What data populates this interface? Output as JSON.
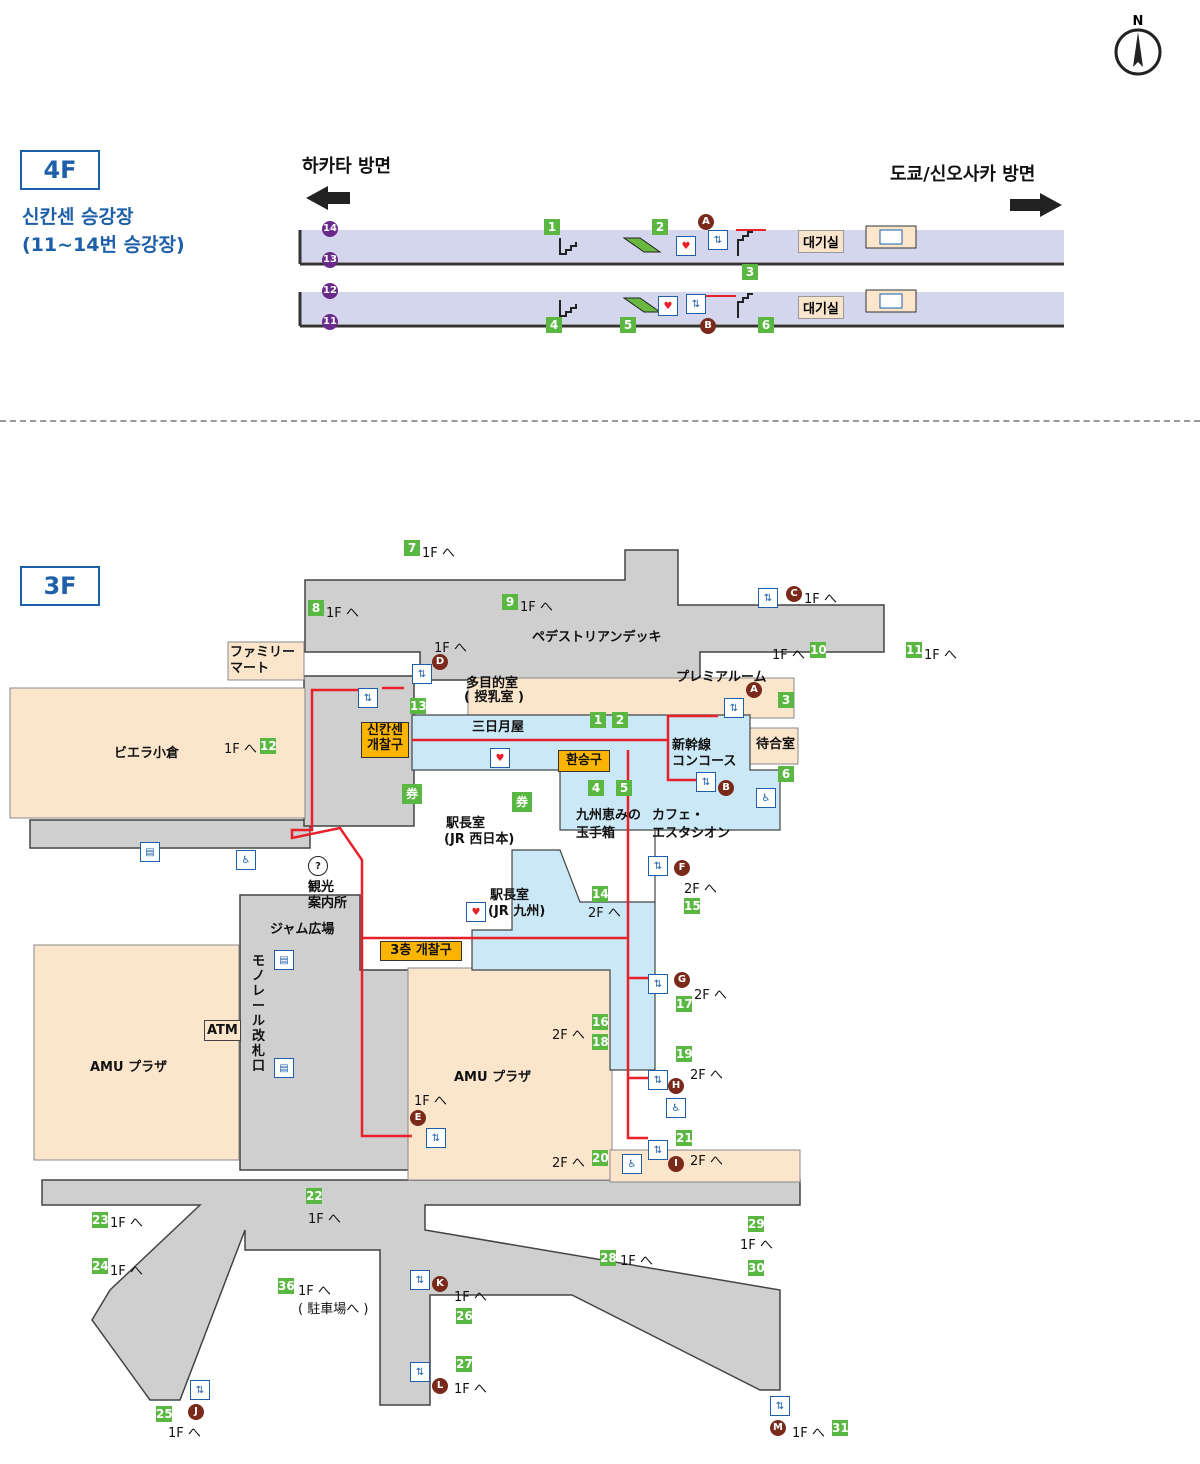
{
  "compass": {
    "label": "N"
  },
  "floor4": {
    "floor_label": "4F",
    "subtitle_line1": "신칸센 승강장",
    "subtitle_line2": "(11~14번 승강장)",
    "dir_left": "하카타 방면",
    "dir_right": "도쿄/신오사카 방면",
    "waiting_room": "대기실",
    "platforms": [
      "14",
      "13",
      "12",
      "11"
    ],
    "numbers": [
      "1",
      "2",
      "3",
      "4",
      "5",
      "6"
    ],
    "letters": [
      "A",
      "B"
    ]
  },
  "floor3": {
    "floor_label": "3F",
    "areas": {
      "pedestrian_deck": "ペデストリアンデッキ",
      "family_mart_1": "ファミリー",
      "family_mart_2": "マート",
      "biera": "ビエラ小倉",
      "amu_west": "AMU プラザ",
      "amu_center": "AMU プラザ",
      "jam_plaza": "ジャム広場",
      "monorail": "モノレール改札口",
      "atm": "ATM",
      "tourist_1": "観光",
      "tourist_2": "案内所",
      "premium_room": "プレミアルーム",
      "waiting_room": "待合室",
      "shinkansen_concourse_1": "新幹線",
      "shinkansen_concourse_2": "コンコース",
      "multipurpose_1": "多目的室",
      "multipurpose_2": "( 授乳室 )",
      "mikazukiya": "三日月屋",
      "station_master_west_1": "駅長室",
      "station_master_west_2": "(JR 西日本)",
      "station_master_kyushu_1": "駅長室",
      "station_master_kyushu_2": "(JR 九州)",
      "kyushu_megumi_1": "九州恵みの",
      "kyushu_megumi_2": "玉手箱",
      "cafe_1": "カフェ・",
      "cafe_2": "エスタシオン",
      "shinkansen_gate_1": "신칸센",
      "shinkansen_gate_2": "개찰구",
      "transfer_gate": "환승구",
      "gate_3f": "3층 개찰구",
      "ticket": "券",
      "parking": "( 駐車場へ )"
    },
    "to_1f": "1F へ",
    "to_2f": "2F へ",
    "numbers": [
      "1",
      "2",
      "3",
      "4",
      "5",
      "6",
      "7",
      "8",
      "9",
      "10",
      "11",
      "12",
      "13",
      "14",
      "15",
      "16",
      "17",
      "18",
      "19",
      "20",
      "21",
      "22",
      "23",
      "24",
      "25",
      "26",
      "27",
      "28",
      "29",
      "30",
      "31",
      "36"
    ],
    "letters": [
      "A",
      "B",
      "C",
      "D",
      "E",
      "F",
      "G",
      "H",
      "I",
      "J",
      "K",
      "L",
      "M"
    ]
  },
  "colors": {
    "platform": "#d4d6ee",
    "concourse_gray": "#cfcfcf",
    "shop_beige": "#fbe6cc",
    "concourse_blue": "#cbe8f7",
    "route_red": "#e8202a",
    "number_green": "#5ab842",
    "letter_brown": "#7a2a1a",
    "floor_blue": "#1d5fa8",
    "gate_yellow": "#fbb400"
  }
}
